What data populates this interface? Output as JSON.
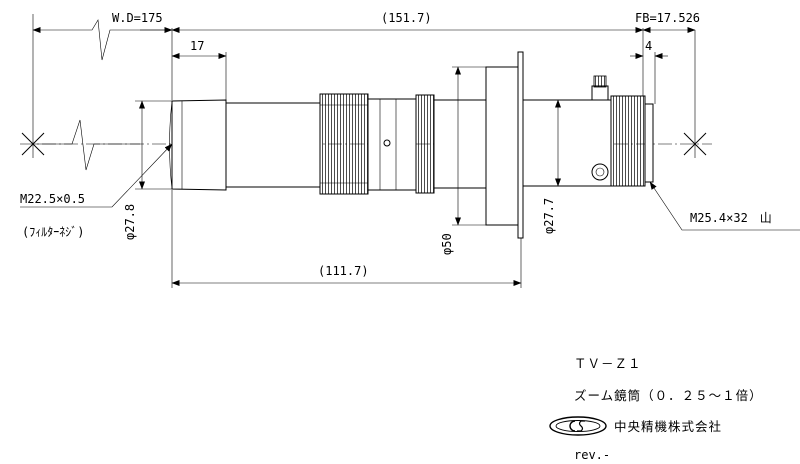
{
  "dimensions": {
    "working_distance": "W.D=175",
    "total_length": "(151.7)",
    "flange_back": "FB=17.526",
    "front_length": "17",
    "flange_depth": "4",
    "body_length": "(111.7)",
    "front_thread": "M22.5×0.5",
    "front_thread_note": "(ﾌｨﾙﾀｰﾈｼﾞ)",
    "front_diameter": "φ27.8",
    "flange_diameter": "φ50",
    "rear_diameter": "φ27.7",
    "mount_thread": "M25.4×32　山"
  },
  "title_block": {
    "model": "ＴＶ－Ｚ１",
    "description": "ズーム鏡筒（０．２５～１倍）",
    "company": "中央精機株式会社",
    "revision": "rev.-"
  },
  "logo": {
    "name": "company-logo",
    "letters": "CS"
  }
}
